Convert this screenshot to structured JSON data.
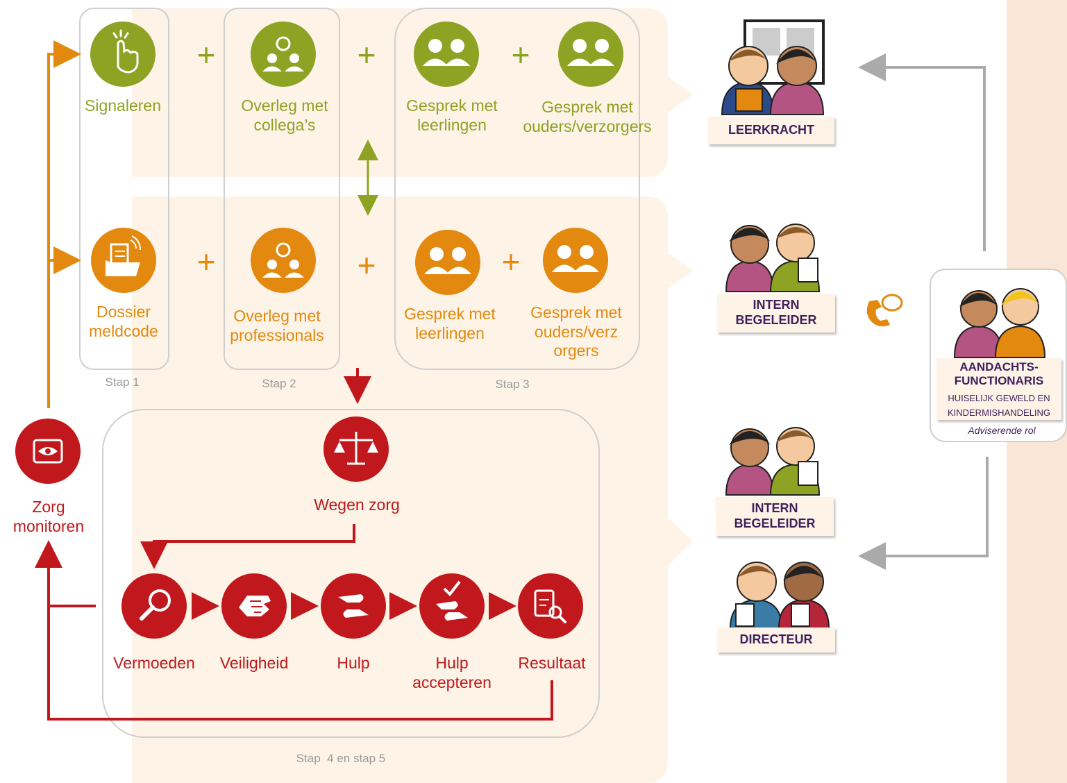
{
  "colors": {
    "green": "#8ea224",
    "orange": "#e3890f",
    "red": "#c0181c",
    "role_text": "#3f1f5c",
    "band": "#fdf1e2",
    "gray": "#aaaaaa"
  },
  "steps": {
    "stap1": "Stap 1",
    "stap2": "Stap 2",
    "stap3": "Stap 3",
    "stap45": "Stap  4 en stap 5"
  },
  "row1": {
    "signaleren": "Signaleren",
    "overleg_collegas": "Overleg met\ncollega’s",
    "gesprek_leerlingen": "Gesprek met\nleerlingen",
    "gesprek_ouders": "Gesprek met\nouders/verzorgers",
    "plus": "+"
  },
  "row2": {
    "dossier": "Dossier\nmeldcode",
    "overleg_professionals": "Overleg met\nprofessionals",
    "gesprek_leerlingen": "Gesprek met\nleerlingen",
    "gesprek_ouders": "Gesprek met\nouders/verz\norgers",
    "plus": "+"
  },
  "zorg": {
    "monitoren": "Zorg\nmonitoren",
    "wegen": "Wegen zorg",
    "vermoeden": "Vermoeden",
    "veiligheid": "Veiligheid",
    "hulp": "Hulp",
    "hulp_accepteren": "Hulp\naccepteren",
    "resultaat": "Resultaat"
  },
  "roles": {
    "leerkracht": "LEERKRACHT",
    "intern_begeleider_1": "INTERN\nBEGELEIDER",
    "intern_begeleider_2": "INTERN\nBEGELEIDER",
    "directeur": "DIRECTEUR",
    "aandacht_title": "AANDACHTS-\nFUNCTIONARIS",
    "aandacht_sub": "HUISELIJK GEWELD EN\nKINDERMISHANDELING",
    "aandacht_role": "Adviserende rol"
  },
  "icons": {
    "signaleren": "pointing-hand-icon",
    "overleg": "group-icon",
    "gesprek": "two-people-icon",
    "dossier": "folder-document-icon",
    "zorg": "eye-monitor-icon",
    "wegen": "scales-icon",
    "vermoeden": "magnifier-icon",
    "veiligheid": "hands-icon",
    "hulp": "helping-hands-icon",
    "hulp_accepteren": "accept-hand-icon",
    "resultaat": "clipboard-search-icon",
    "phone": "phone-chat-icon"
  }
}
